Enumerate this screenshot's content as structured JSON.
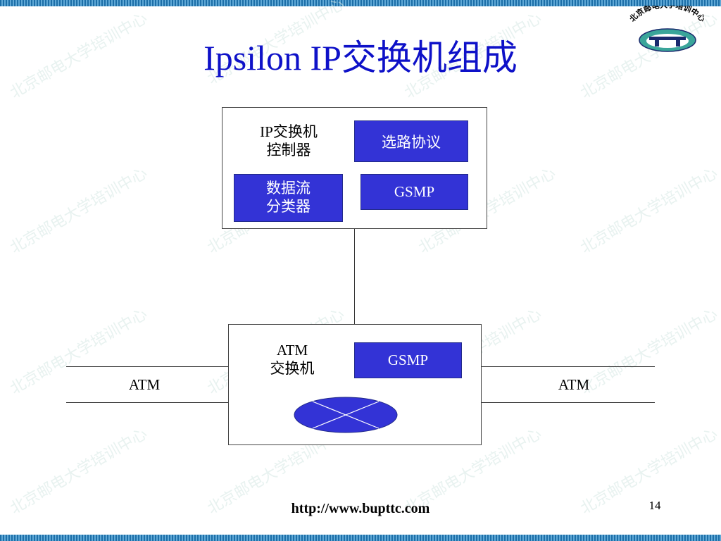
{
  "slide": {
    "title": "Ipsilon IP交换机组成",
    "page_number": "14",
    "url": "http://www.bupttc.com"
  },
  "logo": {
    "text": "北京邮电大学培训中心",
    "icon": "university-logo-icon"
  },
  "watermark": {
    "text": "北京邮电大学培训中心"
  },
  "controller": {
    "label": "IP交换机\n控制器",
    "routing_protocol": "选路协议",
    "flow_classifier": "数据流\n分类器",
    "gsmp": "GSMP"
  },
  "atm_switch": {
    "label": "ATM\n交换机",
    "gsmp": "GSMP",
    "fabric_icon": "switch-fabric-icon"
  },
  "links": {
    "left_label": "ATM",
    "right_label": "ATM"
  },
  "colors": {
    "title": "#0e11c8",
    "box_fill": "#3333d6",
    "box_text": "#ffffff",
    "stripe": "#1d6fa8",
    "logo_teal": "#3aa59a",
    "logo_navy": "#1a2a6e"
  }
}
